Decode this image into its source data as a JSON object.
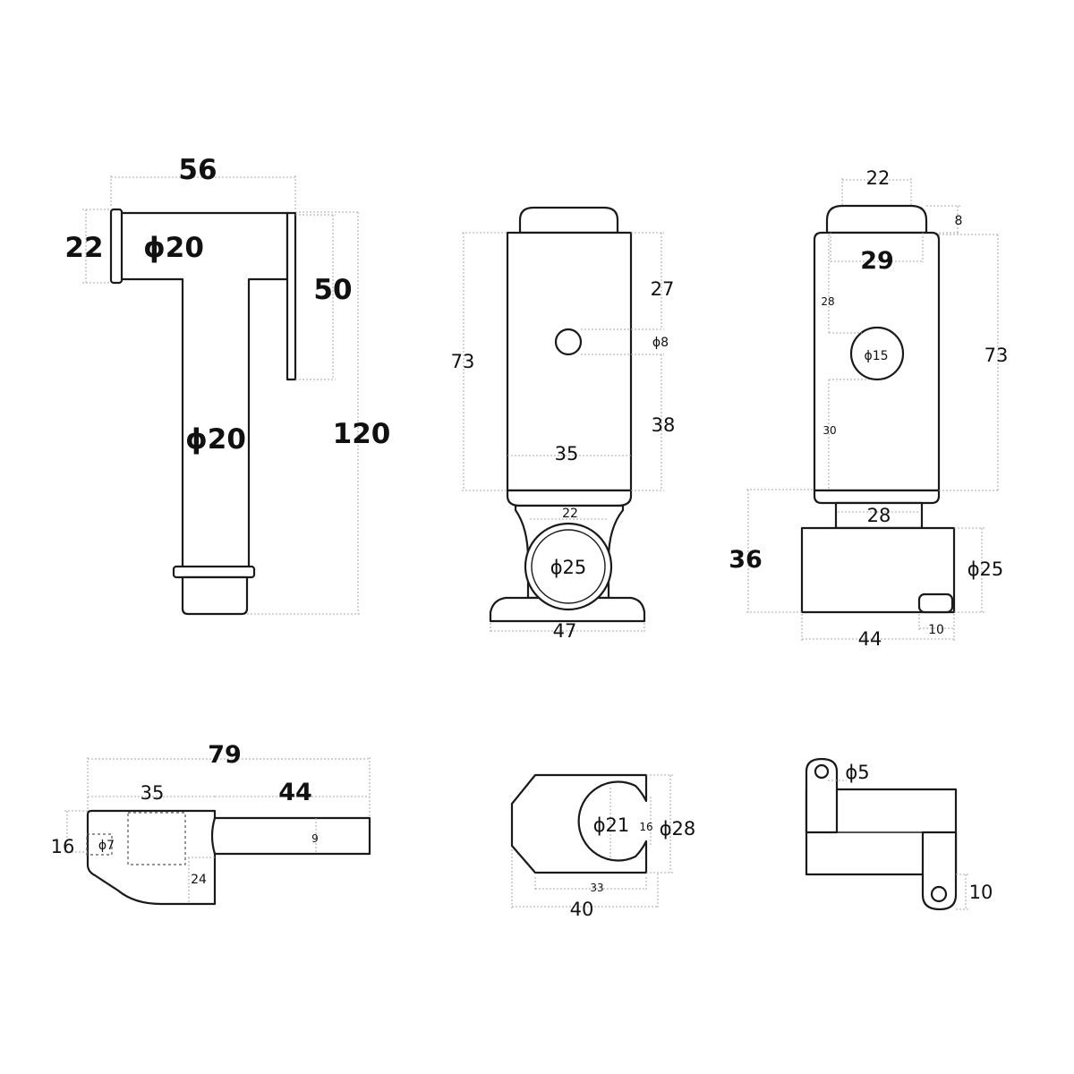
{
  "labels": {
    "sprayer_width": "56",
    "sprayer_head_height": "22",
    "sprayer_head_dia": "ϕ20",
    "sprayer_trigger": "50",
    "sprayer_handle_dia": "ϕ20",
    "sprayer_total": "120",
    "front_h": "73",
    "front_top": "27",
    "front_hole": "ϕ8",
    "front_bottom": "38",
    "front_width": "35",
    "front_neck": "22",
    "front_ring": "ϕ25",
    "front_base": "47",
    "side_cap": "22",
    "side_capgap": "8",
    "side_width": "29",
    "side_upper": "28",
    "side_hole": "ϕ15",
    "side_lower": "30",
    "side_h": "73",
    "side_neck": "28",
    "side_block_h": "36",
    "side_ring": "ϕ25",
    "side_block_w": "44",
    "side_slot": "10",
    "bracket_total": "79",
    "bracket_head": "35",
    "bracket_arm": "44",
    "bracket_h": "16",
    "bracket_hole": "ϕ7",
    "bracket_depth": "24",
    "bracket_arm_h": "9",
    "clip_hole": "ϕ21",
    "clip_inner": "16",
    "clip_outer": "ϕ28",
    "clip_inner_w": "33",
    "clip_w": "40",
    "plate_hole": "ϕ5",
    "plate_tab": "10"
  }
}
